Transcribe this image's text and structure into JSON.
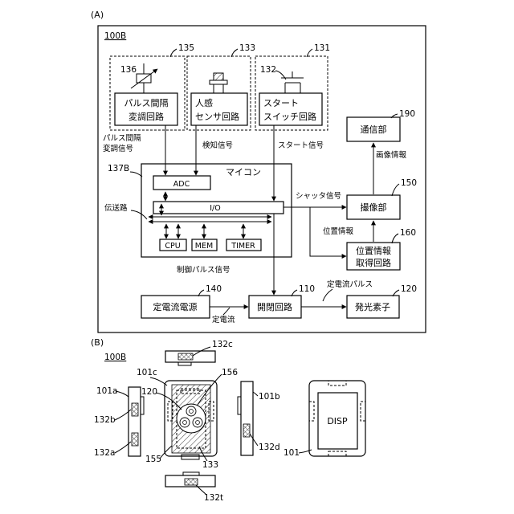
{
  "part_a": {
    "label": "(A)",
    "device_ref": "100B",
    "refs": {
      "r135": "135",
      "r133": "133",
      "r131": "131",
      "r136": "136",
      "r132": "132",
      "r137b": "137B",
      "r190": "190",
      "r150": "150",
      "r160": "160",
      "r140": "140",
      "r110": "110",
      "r120": "120"
    },
    "pulse_interval_circuit": [
      "パルス間隔",
      "変調回路"
    ],
    "motion_sensor_circuit": [
      "人感",
      "センサ回路"
    ],
    "start_switch_circuit": [
      "スタート",
      "スイッチ回路"
    ],
    "communication_unit": "通信部",
    "imaging_unit": "撮像部",
    "position_info_circuit": [
      "位置情報",
      "取得回路"
    ],
    "microcomputer": "マイコン",
    "adc": "ADC",
    "io": "I/O",
    "cpu": "CPU",
    "mem": "MEM",
    "timer": "TIMER",
    "transmission_path": "伝送路",
    "constant_current_source": "定電流電源",
    "switching_circuit": "開閉回路",
    "light_emitting_element": "発光素子",
    "signals": {
      "pulse_interval_signal": [
        "パルス間隔",
        "変調信号"
      ],
      "detection_signal": "検知信号",
      "start_signal": "スタート信号",
      "shutter_signal": "シャッタ信号",
      "image_info": "画像情報",
      "position_info": "位置情報",
      "control_pulse_signal": "制御パルス信号",
      "constant_current_pulse": "定電流パルス",
      "constant_current": "定電流"
    }
  },
  "part_b": {
    "label": "(B)",
    "device_ref": "100B",
    "refs": {
      "r132c": "132c",
      "r101c": "101c",
      "r156": "156",
      "r101a": "101a",
      "r101b": "101b",
      "r120": "120",
      "r132b": "132b",
      "r132a": "132a",
      "r155": "155",
      "r133": "133",
      "r132d": "132d",
      "r101": "101",
      "r132t": "132t"
    },
    "display": "DISP"
  }
}
